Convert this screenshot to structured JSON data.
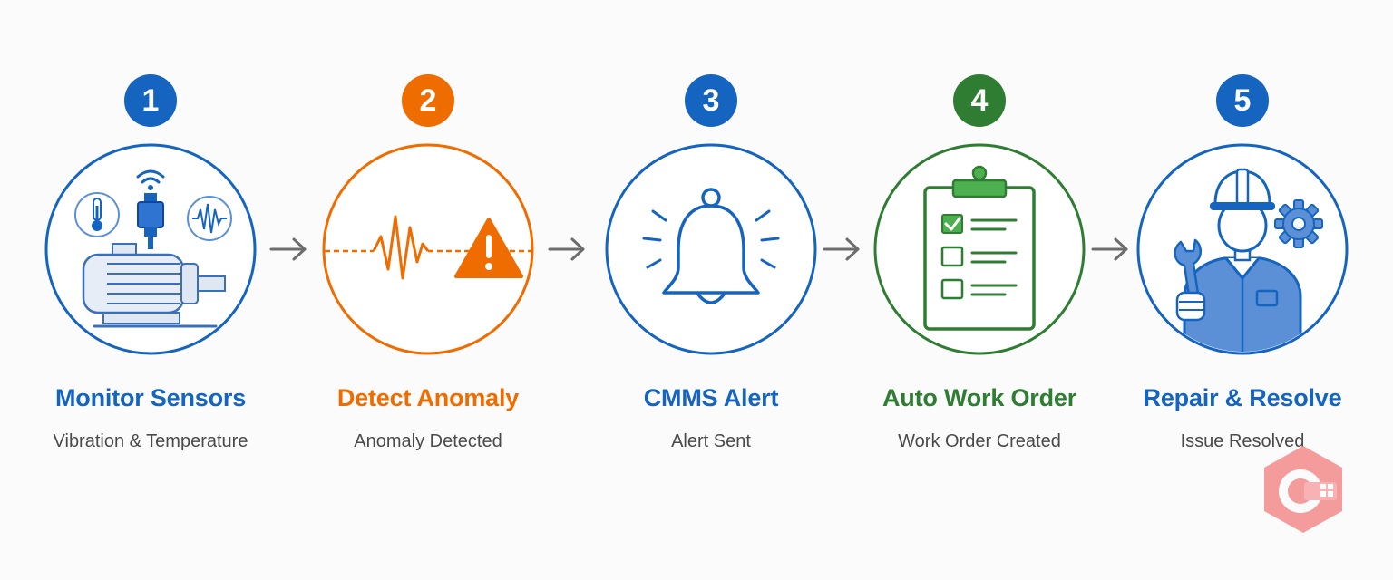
{
  "colors": {
    "blue": "#1565c0",
    "orange": "#ef6c00",
    "green": "#2e7d32",
    "arrow": "#6d6d6d",
    "light_blue": "#5b8fd6",
    "logo_pink": "#f28b8b"
  },
  "steps": [
    {
      "number": "1",
      "title": "Monitor Sensors",
      "subtitle": "Vibration & Temperature",
      "icon": "motor-sensor-icon",
      "color": "#1565c0"
    },
    {
      "number": "2",
      "title": "Detect Anomaly",
      "subtitle": "Anomaly Detected",
      "icon": "waveform-warning-icon",
      "color": "#ef6c00"
    },
    {
      "number": "3",
      "title": "CMMS Alert",
      "subtitle": "Alert Sent",
      "icon": "bell-icon",
      "color": "#1565c0"
    },
    {
      "number": "4",
      "title": "Auto Work Order",
      "subtitle": "Work Order Created",
      "icon": "clipboard-checklist-icon",
      "color": "#2e7d32"
    },
    {
      "number": "5",
      "title": "Repair & Resolve",
      "subtitle": "Issue Resolved",
      "icon": "technician-icon",
      "color": "#1565c0"
    }
  ],
  "arrows": [
    "arrow-right-icon",
    "arrow-right-icon",
    "arrow-right-icon",
    "arrow-right-icon"
  ],
  "watermark": "watermark-logo-icon"
}
